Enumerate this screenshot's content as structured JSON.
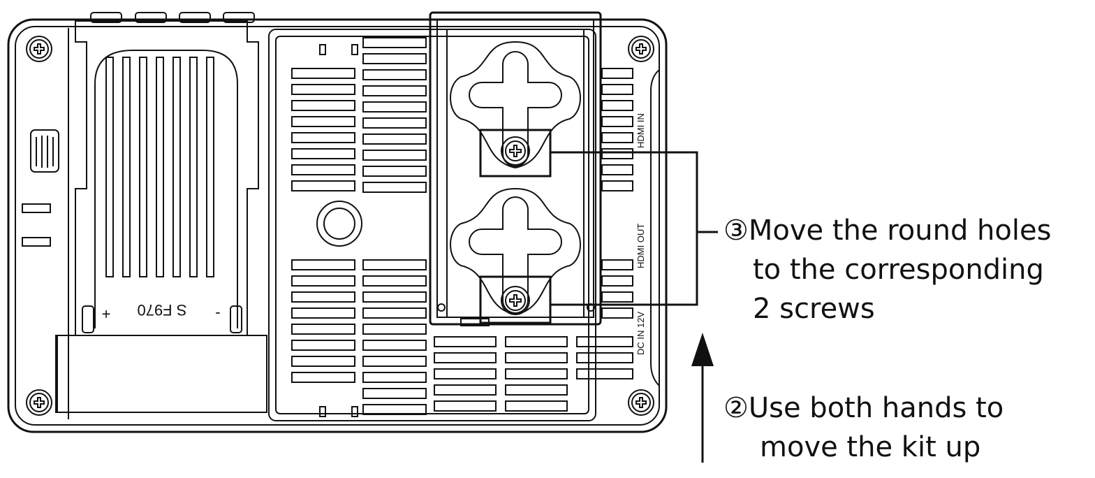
{
  "device": {
    "battery_model": "S F970",
    "battery_plus": "+",
    "battery_minus": "-",
    "ports": {
      "hdmi_in": "HDMI IN",
      "hdmi_out": "HDMI OUT",
      "dc_in": "DC IN 12V"
    }
  },
  "steps": {
    "step3": {
      "line1": "③Move the round holes",
      "line2": "to the corresponding",
      "line3": "2 screws"
    },
    "step2": {
      "line1": "②Use both hands to",
      "line2": "move the kit up"
    }
  }
}
